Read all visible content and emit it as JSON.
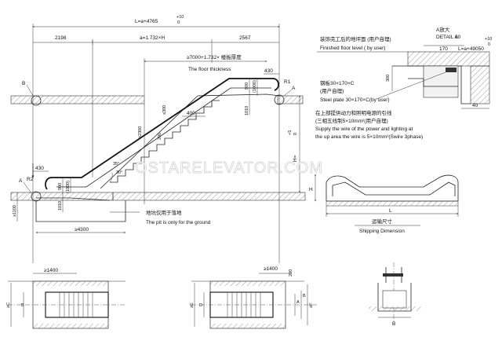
{
  "main_elevation": {
    "overall_length": "L=a+4765",
    "overall_tolerance_top": "+10",
    "overall_tolerance_bottom": "0",
    "left_end": "2198",
    "middle_span": "a=1.732×H",
    "right_end": "2567",
    "floor_thickness_cn": "≥7000+1.732× 楼板厚度",
    "floor_thickness_en": "The floor thickness",
    "upper_extension": "430",
    "lower_extension": "430",
    "step_height_1": "900",
    "step_height_2": "(1000)",
    "upper_1010": "1010",
    "lower_1010": "1010",
    "lower_900": "900",
    "lower_1000": "(1000)",
    "step_riser": "≤300",
    "step_depth": "400",
    "dim_200": "200",
    "dim_2300": "≥2300",
    "angle_35": "35°",
    "angle_30": "30°",
    "dim_1100": "≥1100",
    "height_label": "H=",
    "height_tol_top": "+5",
    "height_tol_bottom": "0",
    "label_B": "B",
    "label_A_left": "A",
    "label_A_right": "A",
    "label_R1": "R1",
    "label_R2": "R2",
    "label_H_small": "H",
    "pit_cn": "地坑仅用于落地",
    "pit_en": "The pit is only for the ground",
    "pit_length": "≥4300",
    "watermark": "OSTARELEVATOR.COM"
  },
  "detail_a": {
    "title_cn": "A放大",
    "title_en": "DETAIL A",
    "dim_60": "60",
    "dim_170": "170",
    "length": "L=a+49050",
    "length_tol_top": "+10",
    "length_tol_bottom": "0",
    "floor_cn": "装饰完工后的地坪面 (用户自理)",
    "floor_en": "Finished floor level ( by user)",
    "dim_300": "300",
    "dim_40": "40",
    "plate_cn": "钢板30×170×C",
    "plate_cn2": "(用户自理)",
    "plate_en": "Steel plate 30×170×C(by user)",
    "wire_cn1": "在上部提供动力和照明电源的引线",
    "wire_cn2": "(三相五线制5×10mm²(用户自理)",
    "wire_en1": "Supply the wire of the power and lighting at",
    "wire_en2": "the up area the wire is 5×10mm²(Swire 3phase)"
  },
  "shipping": {
    "label_H": "H",
    "label_L": "L",
    "caption_cn": "运输尺寸",
    "caption_en": "Shipping Dimension"
  },
  "plans": {
    "left_1400": "≥1400",
    "left_C": "≥C",
    "left_B": "B",
    "mid_1400": "≥1400",
    "mid_200": "200",
    "mid_E": "≥E",
    "mid_D": "D",
    "mid_A": "A",
    "mid_F": "≥F",
    "mid_B": "B",
    "right_B": "B"
  }
}
